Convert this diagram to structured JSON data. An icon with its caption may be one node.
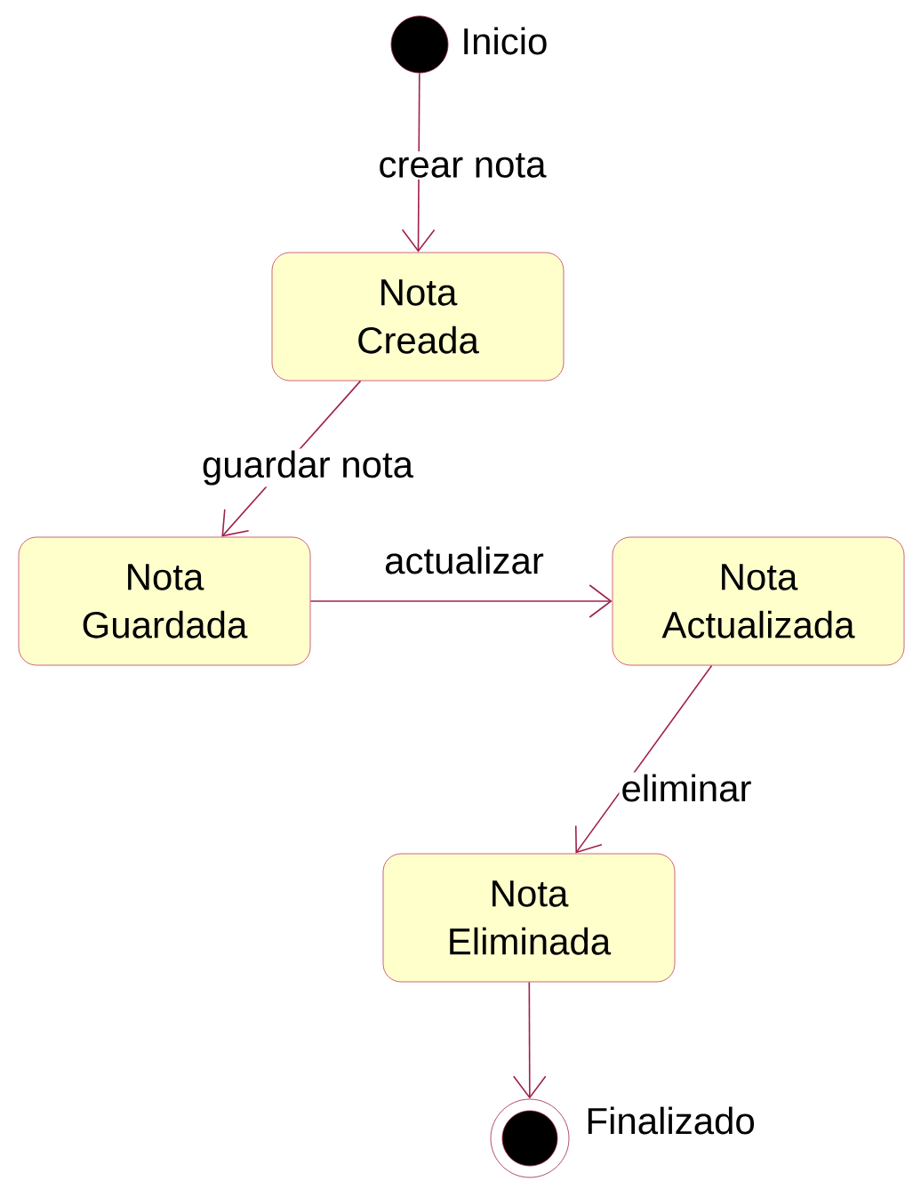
{
  "diagram": {
    "nodes": [
      {
        "text": [],
        "shape": "circle",
        "beside": [
          "Inicio"
        ]
      },
      {
        "text": [
          "Nota Creada"
        ]
      },
      {
        "text": [
          "Nota Guardada"
        ]
      },
      {
        "text": [
          "Nota Actualizada"
        ]
      },
      {
        "text": [
          "Nota Eliminada"
        ]
      },
      {
        "text": [],
        "shape": "circle",
        "beside": [
          "Finalizado"
        ]
      }
    ],
    "edges": [
      {
        "from": 0,
        "to": 1,
        "arrow": "to",
        "label": "crear nota"
      },
      {
        "from": 1,
        "to": 2,
        "arrow": "to",
        "label": "guardar nota"
      },
      {
        "from": 2,
        "to": 3,
        "arrow": "to",
        "label": "actualizar"
      },
      {
        "from": 3,
        "to": 4,
        "arrow": "to",
        "label": "eliminar"
      },
      {
        "from": 4,
        "to": 5,
        "arrow": "to"
      }
    ]
  }
}
